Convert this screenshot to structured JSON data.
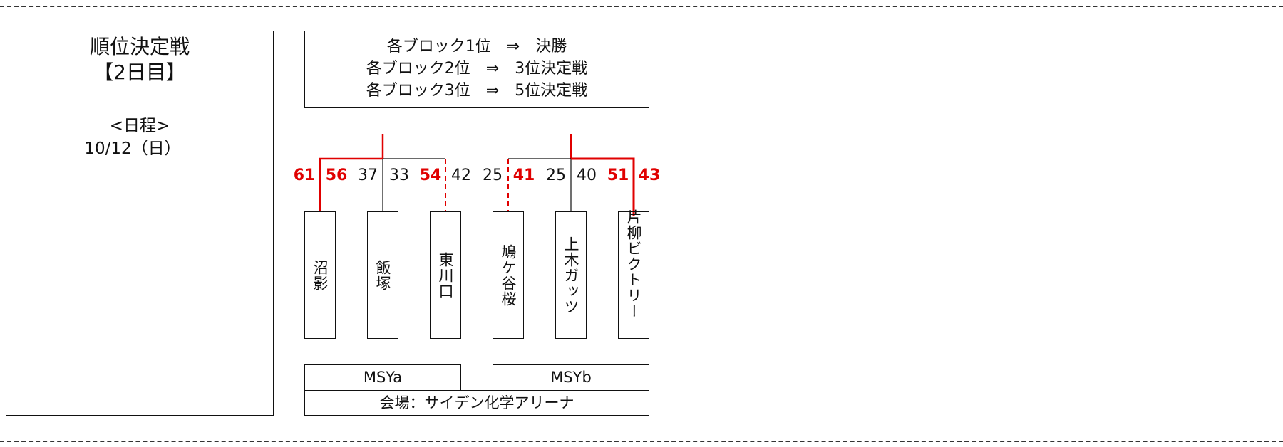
{
  "left_panel": {
    "title": "順位決定戦",
    "day": "【2日目】",
    "schedule_label": "<日程>",
    "date": "10/12（日）"
  },
  "rules": [
    "各ブロック1位　⇒　決勝",
    "各ブロック2位　⇒　3位決定戦",
    "各ブロック3位　⇒　5位決定戦"
  ],
  "scores": [
    {
      "value": "61",
      "win": true
    },
    {
      "value": "56",
      "win": true
    },
    {
      "value": "37",
      "win": false
    },
    {
      "value": "33",
      "win": false
    },
    {
      "value": "54",
      "win": true
    },
    {
      "value": "42",
      "win": false
    },
    {
      "value": "25",
      "win": false
    },
    {
      "value": "41",
      "win": true
    },
    {
      "value": "25",
      "win": false
    },
    {
      "value": "40",
      "win": false
    },
    {
      "value": "51",
      "win": true
    },
    {
      "value": "43",
      "win": true
    }
  ],
  "teams": [
    "沼影",
    "飯塚",
    "東川口",
    "鳩ケ谷桜",
    "上木ガッツ",
    "片柳ビクトリー"
  ],
  "courts": {
    "a": "MSYa",
    "b": "MSYb"
  },
  "venue": "会場：サイデン化学アリーナ",
  "colors": {
    "winner": "#e00000",
    "line": "#111111"
  }
}
